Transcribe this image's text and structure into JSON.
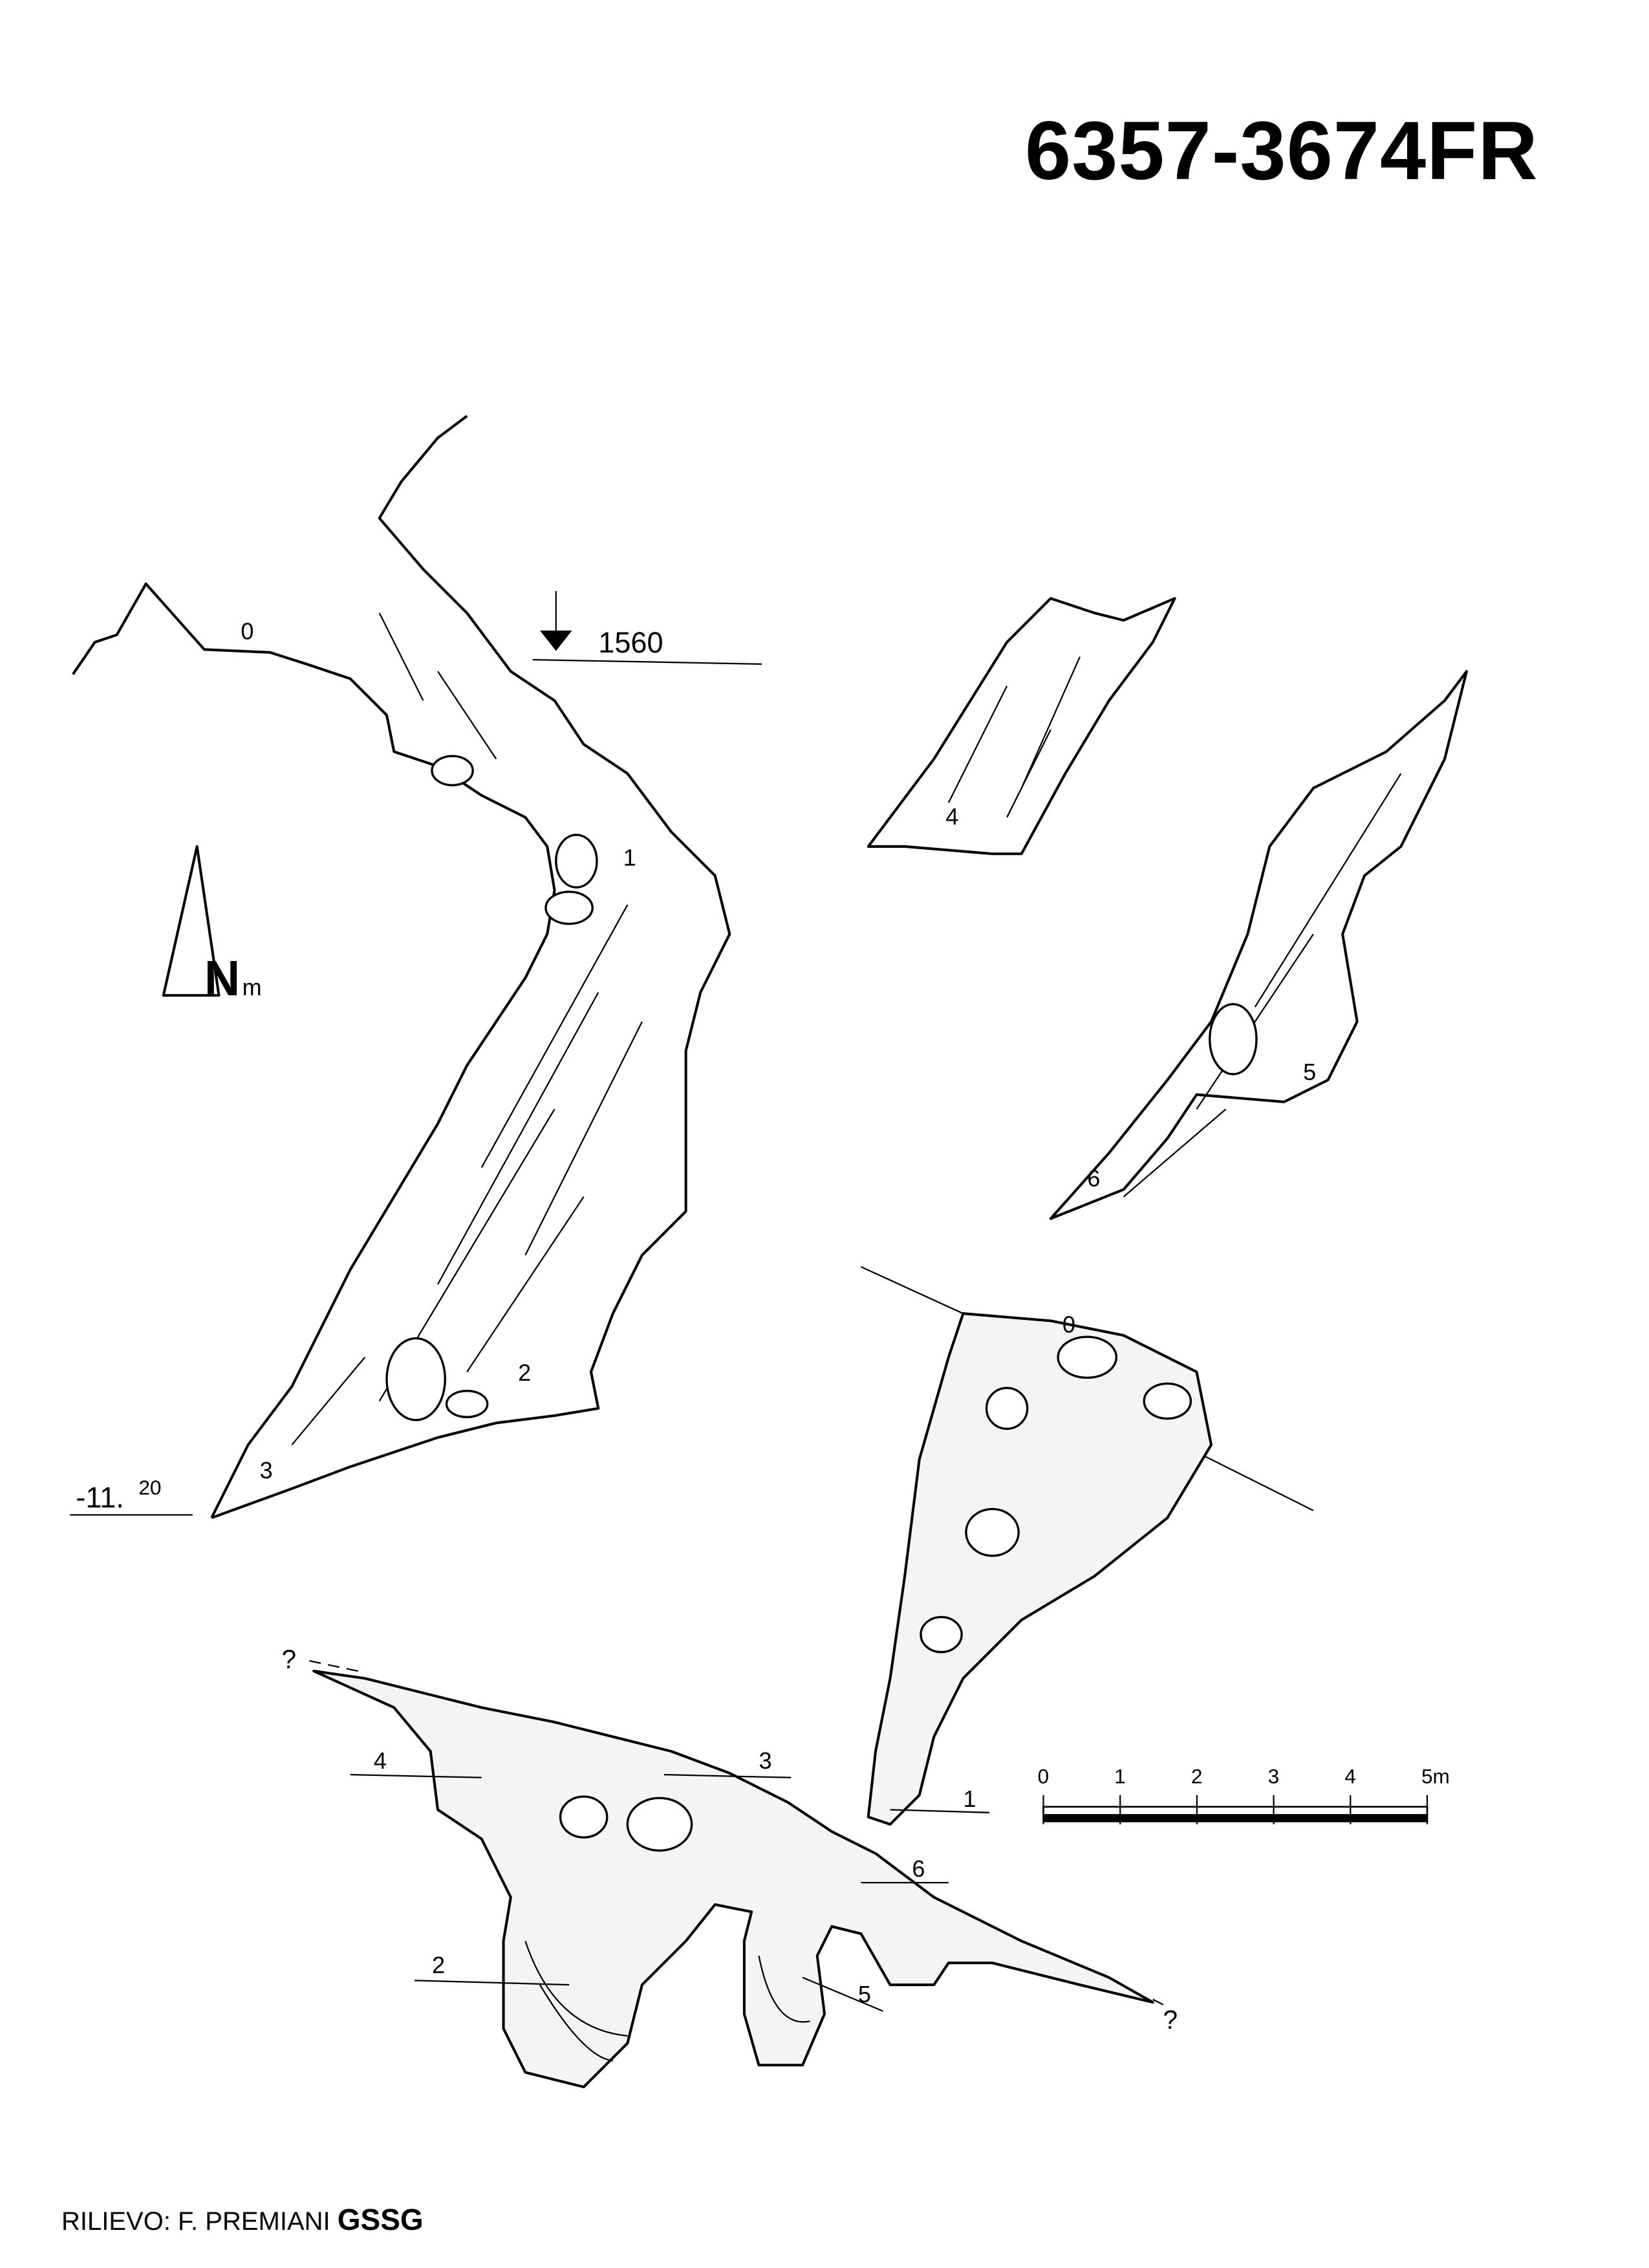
{
  "title": "6357-3674FR",
  "credit": {
    "label": "RILIEVO: F. PREMIANI",
    "group": "GSSG"
  },
  "north_arrow": {
    "letter": "N",
    "suffix": "m",
    "icon": "north-arrow-icon"
  },
  "section_main": {
    "elevation_top": "1560",
    "elevation_bottom": "-11.",
    "elevation_bottom_sup": "20",
    "stations": [
      "0",
      "1",
      "2",
      "3"
    ]
  },
  "section_upper": {
    "stations": [
      "4"
    ]
  },
  "section_right": {
    "stations": [
      "5",
      "6"
    ]
  },
  "plan": {
    "stations": [
      "0",
      "1",
      "2",
      "3",
      "4",
      "5",
      "6"
    ],
    "unknown_marks": [
      "?",
      "?"
    ]
  },
  "scale_bar": {
    "ticks": [
      "0",
      "1",
      "2",
      "3",
      "4",
      "5"
    ],
    "unit": "m"
  }
}
